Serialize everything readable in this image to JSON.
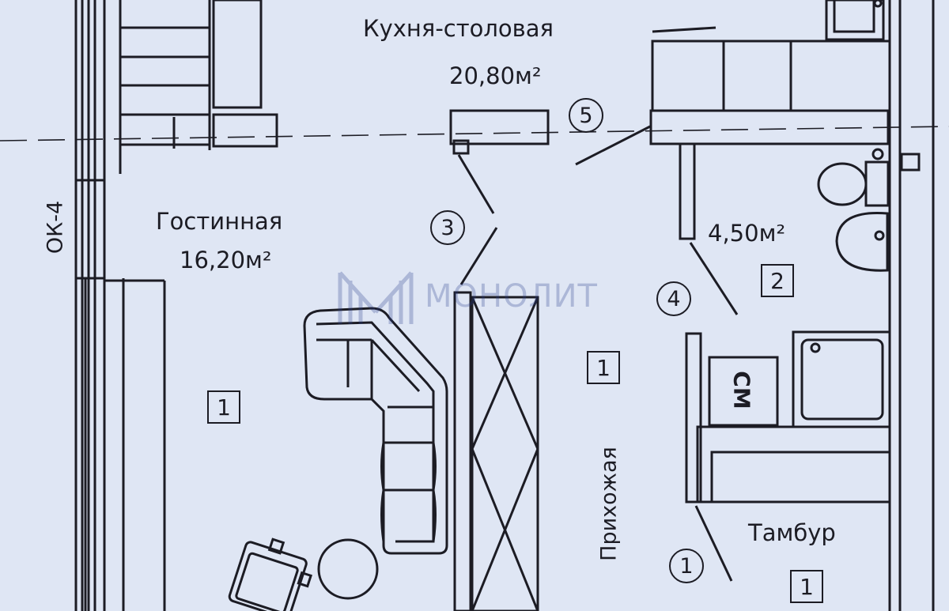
{
  "rooms": {
    "kitchen": {
      "name": "Кухня-столовая",
      "area": "20,80м²"
    },
    "living": {
      "name": "Гостинная",
      "area": "16,20м²"
    },
    "bathroom": {
      "area": "4,50м²"
    },
    "hall": {
      "name": "Прихожая"
    },
    "vestibule": {
      "name": "Тамбур"
    }
  },
  "window_mark": "ОК-4",
  "door_marks": [
    "1",
    "3",
    "4",
    "5"
  ],
  "room_tags": [
    "1",
    "1",
    "2",
    "1"
  ],
  "appliance_label": "СМ",
  "watermark": {
    "text": "МОНОЛИТ"
  },
  "colors": {
    "background": "#dfe6f4",
    "line": "#1c1c24",
    "watermark": "#2a3f8f"
  }
}
